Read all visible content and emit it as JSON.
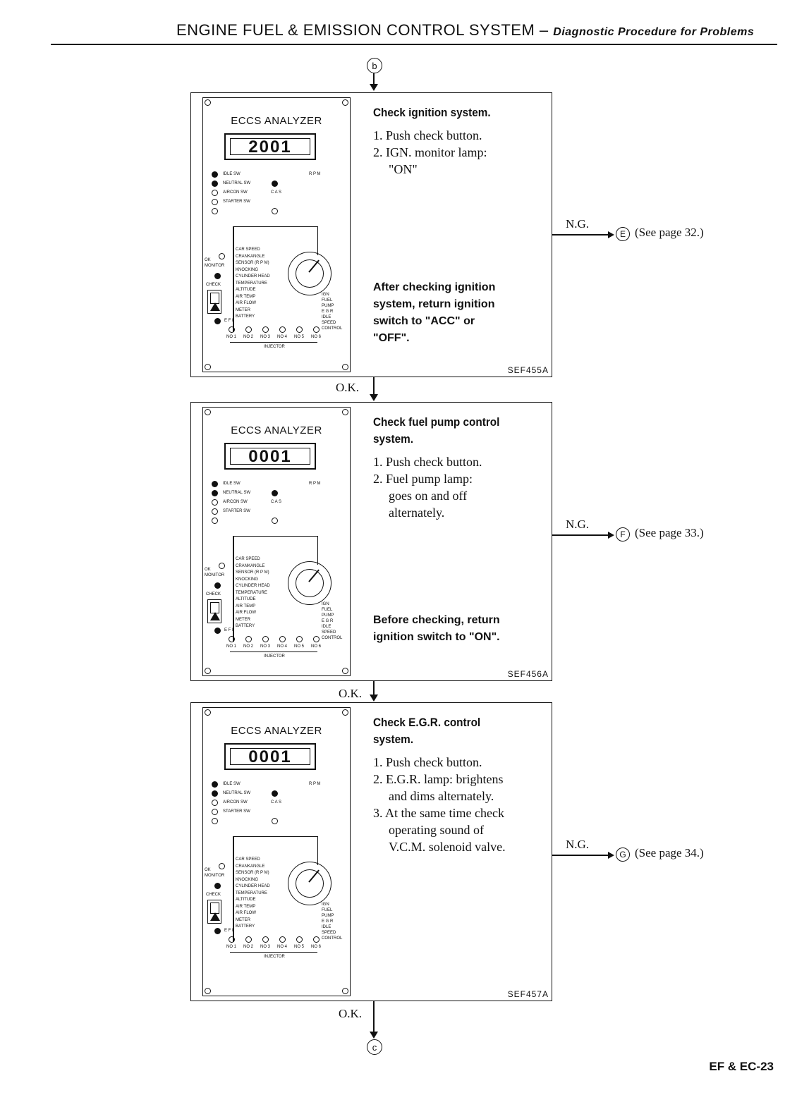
{
  "header": {
    "title": "ENGINE FUEL & EMISSION CONTROL SYSTEM –",
    "subtitle": "Diagnostic Procedure for Problems"
  },
  "top_connector": "b",
  "bottom_connector": "c",
  "analyzer": {
    "title": "ECCS ANALYZER",
    "switch_labels": [
      "IDLE SW",
      "NEUTRAL SW",
      "AIRCON SW",
      "STARTER SW"
    ],
    "rpm_label": "R P M",
    "cas_label": "C A S",
    "sensor_labels": [
      "CAR SPEED",
      "CRANKANGLE",
      "SENSOR (R P M)",
      "KNOCKING",
      "CYLINDER HEAD",
      "TEMPERATURE",
      "ALTITUDE",
      "AIR TEMP",
      "AIR FLOW",
      "METER",
      "BATTERY"
    ],
    "right_labels": [
      "IGN",
      "FUEL",
      "PUMP",
      "E G R",
      "IDLE",
      "SPEED",
      "CONTROL"
    ],
    "ok_monitor": "OK MONITOR",
    "check_label": "CHECK",
    "efi_label": "E F I",
    "injector_labels": [
      "NO 1",
      "NO 2",
      "NO 3",
      "NO 4",
      "NO 5",
      "NO 6"
    ],
    "injector_caption": "INJECTOR"
  },
  "steps": [
    {
      "display": "2001",
      "title_lines": [
        "Check ignition system."
      ],
      "items": [
        "1. Push check button.",
        "2. IGN. monitor lamp:",
        "\"ON\""
      ],
      "note_lines": [
        "After checking ignition",
        "system, return ignition",
        "switch to \"ACC\" or",
        "\"OFF\"."
      ],
      "figure": "SEF455A",
      "ng_label": "N.G.",
      "ng_connector": "E",
      "ng_ref": "(See page 32.)",
      "ok_label": "O.K."
    },
    {
      "display": "0001",
      "title_lines": [
        "Check fuel pump control",
        "system."
      ],
      "items": [
        "1. Push check button.",
        "2. Fuel pump lamp:",
        "goes on and off",
        "alternately."
      ],
      "note_lines": [
        "Before checking, return",
        "ignition switch to \"ON\"."
      ],
      "figure": "SEF456A",
      "ng_label": "N.G.",
      "ng_connector": "F",
      "ng_ref": "(See page 33.)",
      "ok_label": "O.K."
    },
    {
      "display": "0001",
      "title_lines": [
        "Check E.G.R. control",
        "system."
      ],
      "items": [
        "1. Push check button.",
        "2. E.G.R. lamp:  brightens",
        "and dims alternately.",
        "3. At the same time check",
        "operating sound of",
        "V.C.M. solenoid valve."
      ],
      "note_lines": [],
      "figure": "SEF457A",
      "ng_label": "N.G.",
      "ng_connector": "G",
      "ng_ref": "(See page 34.)",
      "ok_label": "O.K."
    }
  ],
  "footer": "EF & EC-23"
}
